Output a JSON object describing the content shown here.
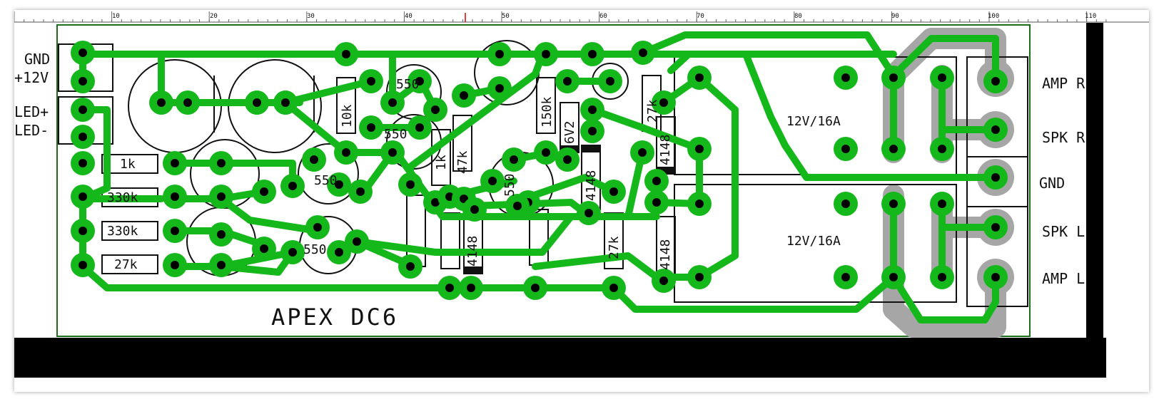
{
  "ruler": {
    "ticks": [
      "10",
      "20",
      "30",
      "40",
      "50",
      "60",
      "70",
      "80",
      "90",
      "100",
      "110"
    ]
  },
  "labels_left": {
    "gnd": "GND",
    "v12": "+12V",
    "led_plus": "LED+",
    "led_minus": "LED-"
  },
  "labels_right": {
    "amp_r": "AMP R",
    "spk_r": "SPK R",
    "gnd": "GND",
    "spk_l": "SPK L",
    "amp_l": "AMP L"
  },
  "board_title": "APEX DC6",
  "relays": {
    "top": "12V/16A",
    "bottom": "12V/16A"
  },
  "resistors": {
    "r1k": "1k",
    "r330k_a": "330k",
    "r330k_b": "330k",
    "r27k_a": "27k",
    "r10k": "10k",
    "r150k": "150k",
    "r27k_b": "27k",
    "r27k_c": "27k",
    "r1k_b": "1k",
    "r47k": "47k"
  },
  "diodes": {
    "d6v2": "6V2",
    "d4148_a": "4148",
    "d4148_b": "4148",
    "d4148_c": "4148",
    "d4148_d": "4148"
  },
  "transistors": {
    "t1": "550",
    "t2": "550",
    "t3": "550",
    "t4": "550",
    "t5": "550"
  },
  "colors": {
    "trace": "#14b81a",
    "pad_hole": "#000000",
    "copper_shadow": "#a6a6a6",
    "board_outline": "#1c6e1c",
    "footer": "#000000"
  }
}
